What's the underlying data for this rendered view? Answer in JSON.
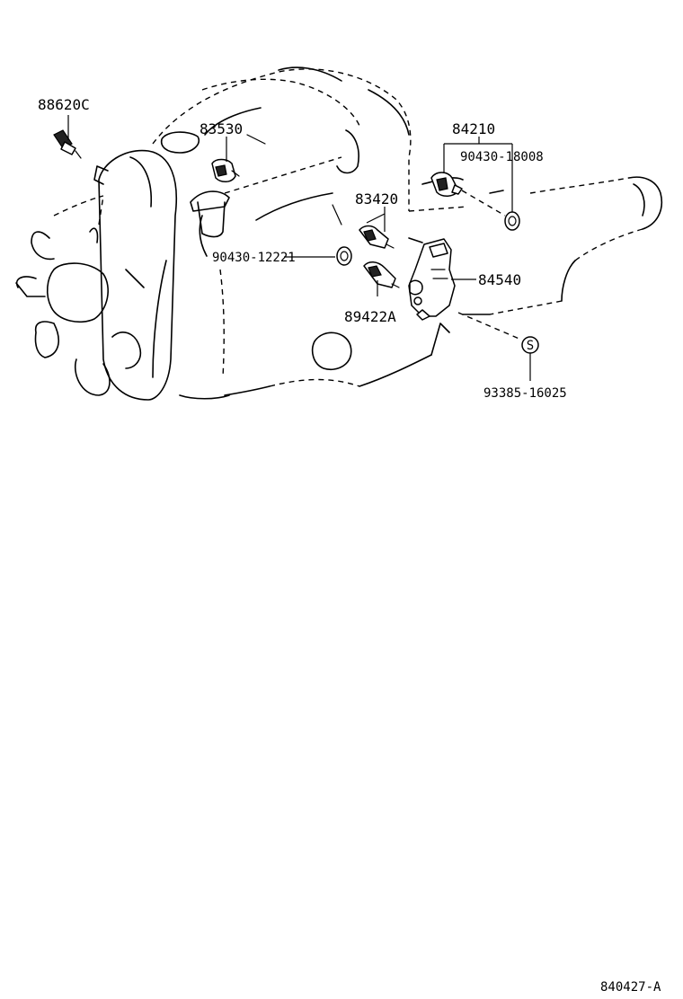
{
  "labels": {
    "p88620C": "88620C",
    "p83530": "83530",
    "p84210": "84210",
    "p90430_18008": "90430-18008",
    "p83420": "83420",
    "p90430_12221": "90430-12221",
    "p84540": "84540",
    "p89422A": "89422A",
    "p93385_16025": "93385-16025",
    "s_mark": "S"
  },
  "footer": {
    "code": "840427-A"
  }
}
